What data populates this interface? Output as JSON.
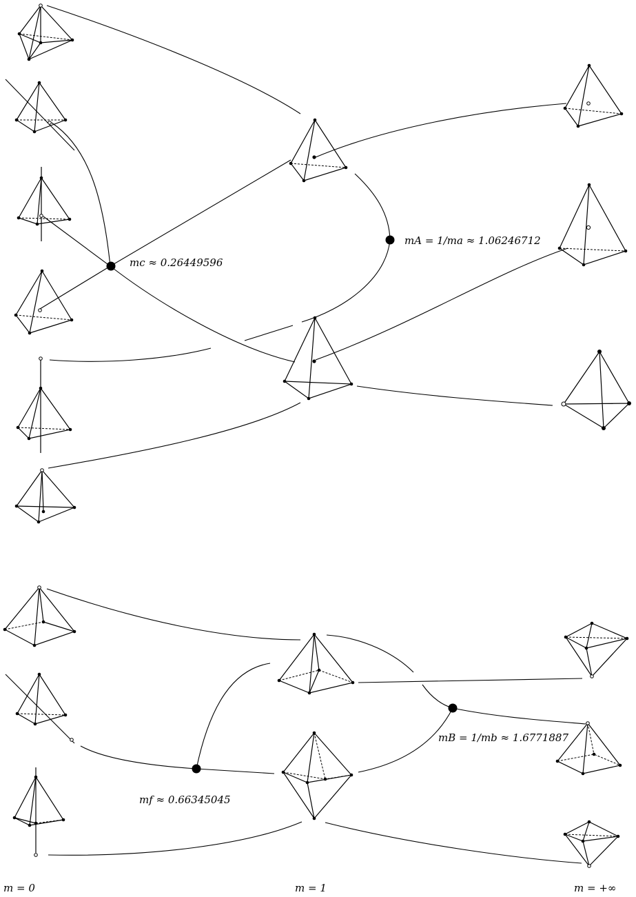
{
  "labels": {
    "m_c": "mc ≈ 0.26449596",
    "m_A": "mA = 1/ma ≈ 1.06246712",
    "m_f": "mf ≈ 0.66345045",
    "m_B": "mB = 1/mb ≈ 1.6771887",
    "axis_left": "m = 0",
    "axis_mid": "m = 1",
    "axis_right": "m = +∞"
  }
}
